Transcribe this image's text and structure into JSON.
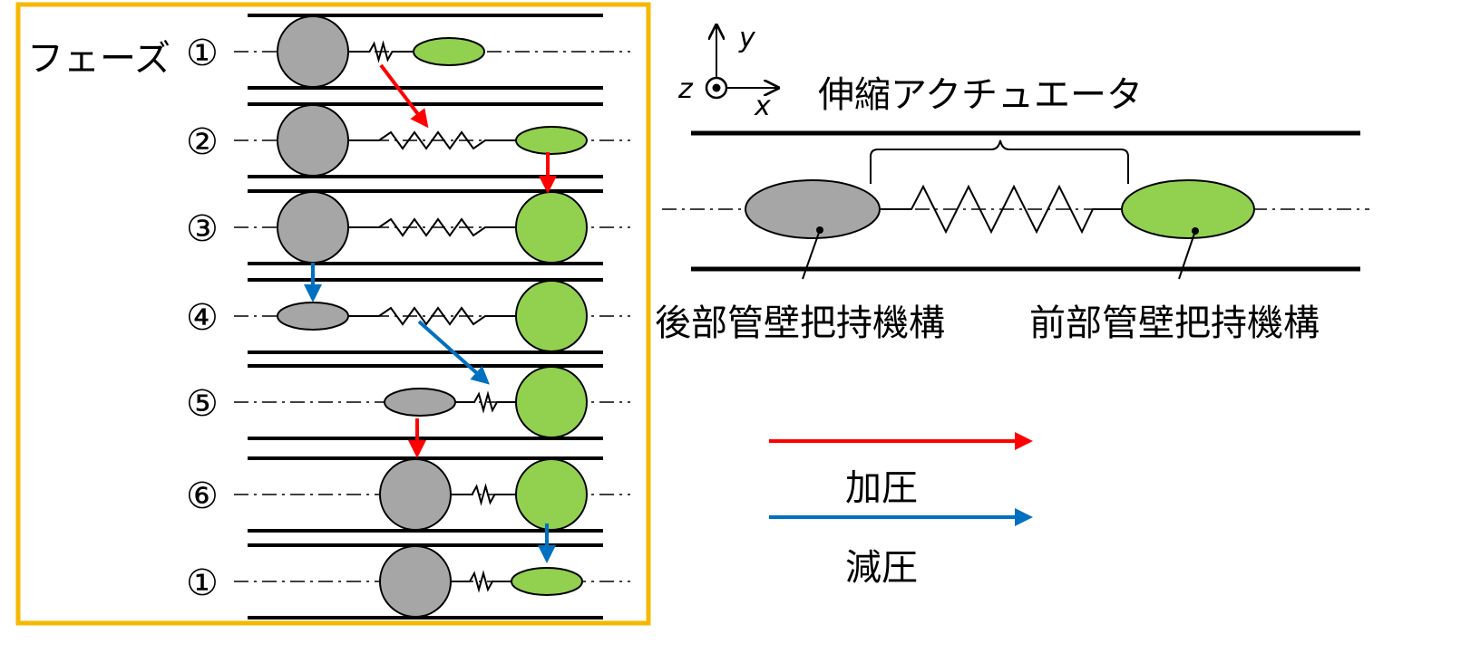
{
  "phase_title": "フェーズ",
  "phases": [
    {
      "label": "①",
      "rear": "expanded",
      "front": "contracted",
      "spring": "compressed"
    },
    {
      "label": "②",
      "rear": "expanded",
      "front": "contracted",
      "spring": "extended"
    },
    {
      "label": "③",
      "rear": "expanded",
      "front": "expanded",
      "spring": "extended"
    },
    {
      "label": "④",
      "rear": "contracted",
      "front": "expanded",
      "spring": "extended"
    },
    {
      "label": "⑤",
      "rear": "contracted",
      "front": "expanded",
      "spring": "compressed"
    },
    {
      "label": "⑥",
      "rear": "expanded",
      "front": "expanded",
      "spring": "compressed"
    },
    {
      "label": "①",
      "rear": "expanded",
      "front": "contracted",
      "spring": "compressed"
    }
  ],
  "axes": {
    "x": "x",
    "y": "y",
    "z": "z"
  },
  "detail": {
    "actuator_label": "伸縮アクチュエータ",
    "rear_label": "後部管壁把持機構",
    "front_label": "前部管壁把持機構"
  },
  "legend": {
    "pressurize": "加圧",
    "depressurize": "減圧"
  },
  "colors": {
    "frame": "#F5B800",
    "rear_fill": "#A6A6A6",
    "front_fill": "#92D050",
    "pressurize": "#FF0000",
    "depressurize": "#0070C0"
  }
}
